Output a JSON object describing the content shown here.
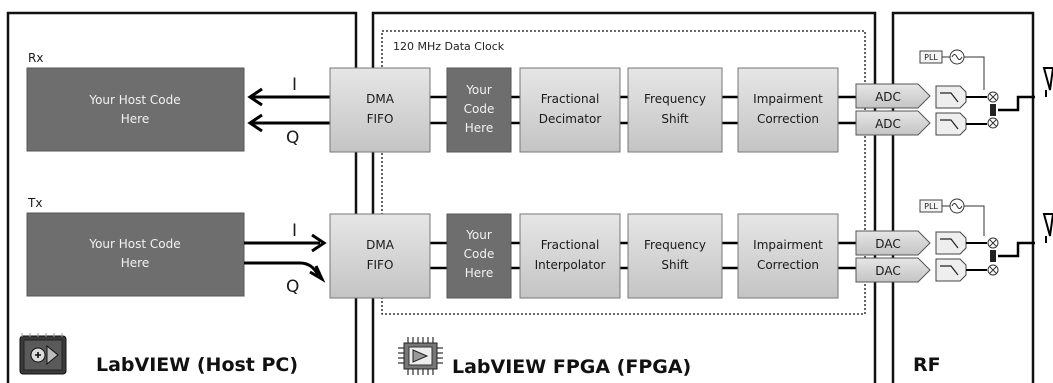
{
  "sections": {
    "host": "LabVIEW (Host PC)",
    "fpga": "LabVIEW FPGA (FPGA)",
    "rf": "RF"
  },
  "clock_label": "120 MHz Data Clock",
  "rx": {
    "label": "Rx",
    "host_code": [
      "Your Host Code",
      "Here"
    ],
    "i_label": "I",
    "q_label": "Q",
    "dma": [
      "DMA",
      "FIFO"
    ],
    "your_code": [
      "Your",
      "Code",
      "Here"
    ],
    "stage1": [
      "Fractional",
      "Decimator"
    ],
    "stage2": [
      "Frequency",
      "Shift"
    ],
    "stage3": [
      "Impairment",
      "Correction"
    ],
    "converter": "ADC",
    "pll": "PLL"
  },
  "tx": {
    "label": "Tx",
    "host_code": [
      "Your Host Code",
      "Here"
    ],
    "i_label": "I",
    "q_label": "Q",
    "dma": [
      "DMA",
      "FIFO"
    ],
    "your_code": [
      "Your",
      "Code",
      "Here"
    ],
    "stage1": [
      "Fractional",
      "Interpolator"
    ],
    "stage2": [
      "Frequency",
      "Shift"
    ],
    "stage3": [
      "Impairment",
      "Correction"
    ],
    "converter": "DAC",
    "pll": "PLL"
  },
  "colors": {
    "dark_box": "#6e6e6e",
    "light_box": "#d4d4d4",
    "frame": "#111111"
  },
  "icons": [
    "labview-host-icon",
    "fpga-chip-icon",
    "antenna-icon",
    "oscillator-icon",
    "mixer-icon",
    "filter-icon"
  ]
}
